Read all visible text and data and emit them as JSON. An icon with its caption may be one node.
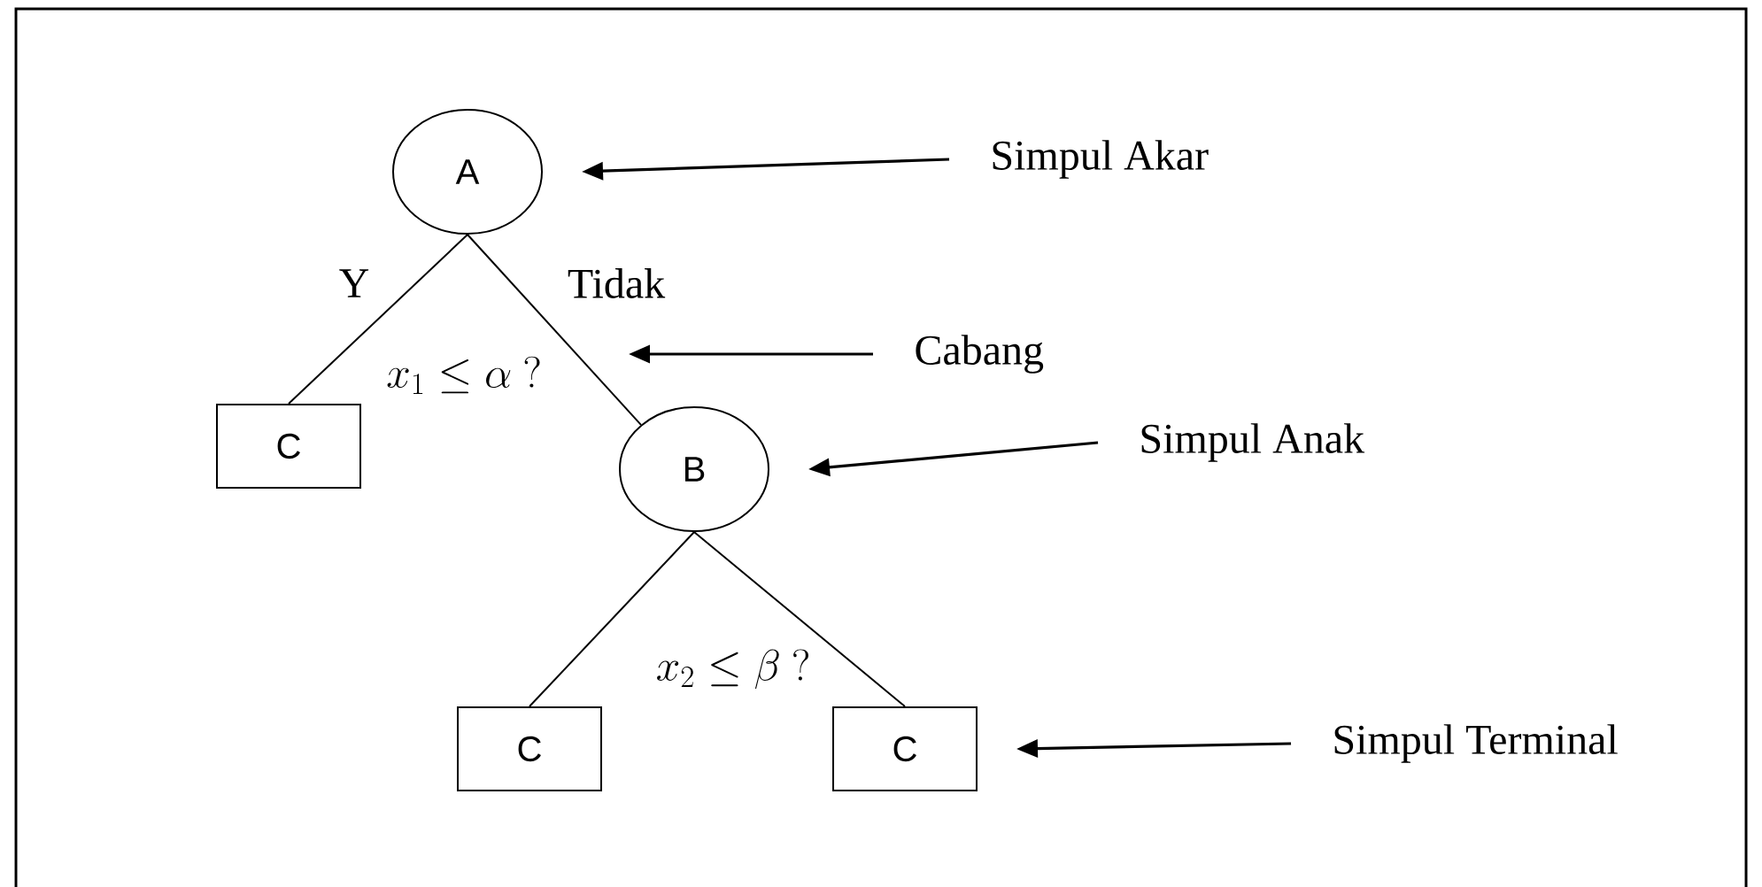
{
  "diagram": {
    "nodes": [
      {
        "text": [
          "A"
        ]
      },
      {
        "text": [
          "C"
        ]
      },
      {
        "text": [
          "B"
        ]
      },
      {
        "text": [
          "C"
        ]
      },
      {
        "text": [
          "C"
        ]
      },
      {
        "text": [
          "Simpul Akar"
        ]
      },
      {
        "text": [
          "Cabang"
        ]
      },
      {
        "text": [
          "Simpul Anak"
        ]
      },
      {
        "text": [
          "Simpul Terminal"
        ]
      }
    ],
    "edges": [
      {
        "from": 0,
        "to": 1,
        "arrow": "none",
        "label": "Y"
      },
      {
        "from": 0,
        "to": 2,
        "arrow": "none",
        "label": "Tidak"
      },
      {
        "from": 2,
        "to": 3,
        "arrow": "none"
      },
      {
        "from": 2,
        "to": 4,
        "arrow": "none"
      },
      {
        "from": 5,
        "to": 0,
        "arrow": "to"
      },
      {
        "from": 6,
        "to": null,
        "arrow": "to"
      },
      {
        "from": 7,
        "to": 2,
        "arrow": "to"
      },
      {
        "from": 8,
        "to": 4,
        "arrow": "to"
      }
    ],
    "labels": [
      "x_1 \\leq \\alpha\\ ?",
      "x_2 \\leq \\beta\\ ?"
    ]
  }
}
